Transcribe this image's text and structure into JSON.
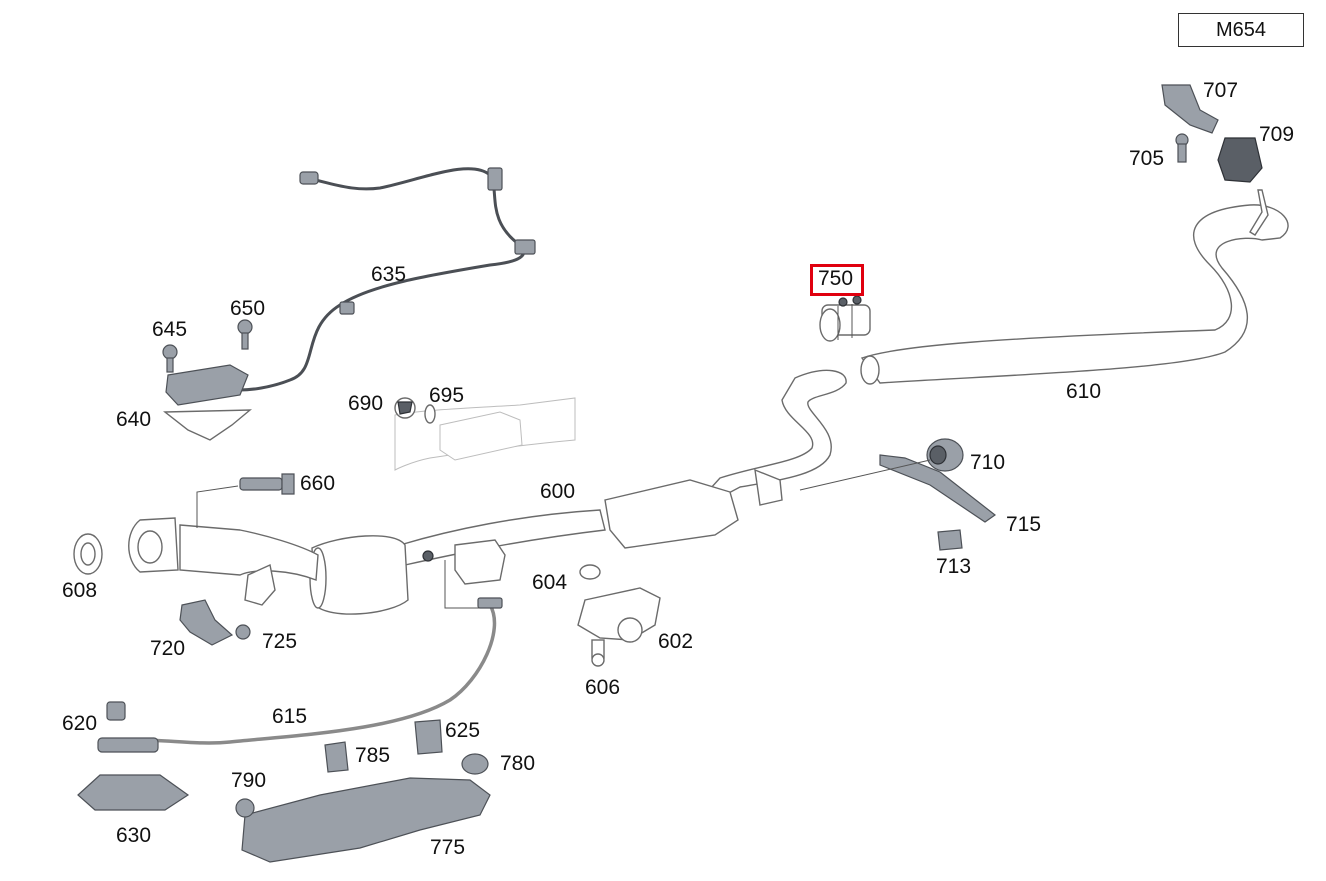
{
  "diagram_code": "M654",
  "highlighted_part": "750",
  "colors": {
    "highlight": "#e0000f",
    "part_gray": "#9aa0a8",
    "outline": "#6b6b6b"
  },
  "labels": {
    "l600": "600",
    "l602": "602",
    "l604": "604",
    "l606": "606",
    "l608": "608",
    "l610": "610",
    "l615": "615",
    "l620": "620",
    "l625": "625",
    "l630": "630",
    "l635": "635",
    "l640": "640",
    "l645": "645",
    "l650": "650",
    "l660": "660",
    "l690": "690",
    "l695": "695",
    "l705": "705",
    "l707": "707",
    "l709": "709",
    "l710": "710",
    "l713": "713",
    "l715": "715",
    "l720": "720",
    "l725": "725",
    "l750": "750",
    "l775": "775",
    "l780": "780",
    "l785": "785",
    "l790": "790"
  }
}
